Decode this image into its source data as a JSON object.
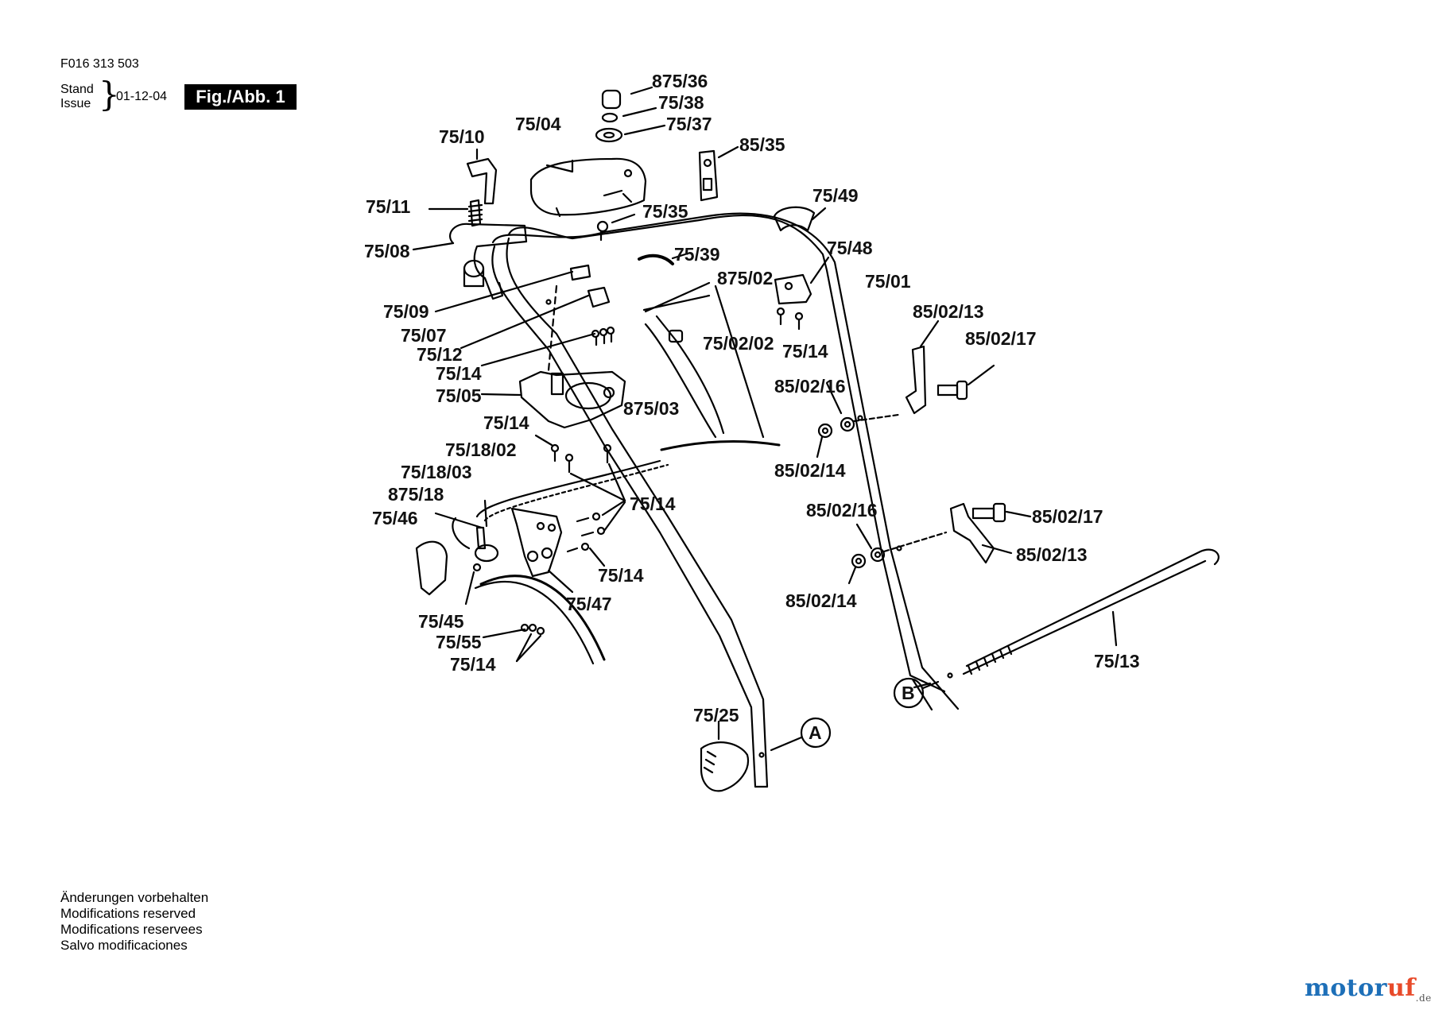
{
  "header": {
    "doc_number": "F016 313 503",
    "stand_label": "Stand",
    "issue_label": "Issue",
    "date": "01-12-04",
    "figure_label": "Fig./Abb. 1"
  },
  "callouts": {
    "c875_36": "875/36",
    "c75_38": "75/38",
    "c75_37": "75/37",
    "c75_04": "75/04",
    "c75_10": "75/10",
    "c85_35": "85/35",
    "c75_49": "75/49",
    "c75_11": "75/11",
    "c75_35": "75/35",
    "c75_08": "75/08",
    "c75_39": "75/39",
    "c75_48": "75/48",
    "c875_02": "875/02",
    "c75_01": "75/01",
    "c75_09": "75/09",
    "c85_02_13a": "85/02/13",
    "c75_07": "75/07",
    "c85_02_17a": "85/02/17",
    "c75_02_02": "75/02/02",
    "c75_12": "75/12",
    "c75_14a": "75/14",
    "c75_14b": "75/14",
    "c85_02_16a": "85/02/16",
    "c75_05": "75/05",
    "c875_03": "875/03",
    "c75_14c": "75/14",
    "c75_18_02": "75/18/02",
    "c85_02_14a": "85/02/14",
    "c75_18_03": "75/18/03",
    "c75_14d": "75/14",
    "c875_18": "875/18",
    "c85_02_16b": "85/02/16",
    "c75_46": "75/46",
    "c85_02_17b": "85/02/17",
    "c85_02_13b": "85/02/13",
    "c75_14e": "75/14",
    "c75_47": "75/47",
    "c85_02_14b": "85/02/14",
    "c75_45": "75/45",
    "c75_55": "75/55",
    "c75_14f": "75/14",
    "c75_13": "75/13",
    "c75_25": "75/25",
    "ref_a": "A",
    "ref_b": "B"
  },
  "footer": {
    "notes": [
      "Änderungen vorbehalten",
      "Modifications reserved",
      "Modifications reservees",
      "Salvo modificaciones"
    ],
    "logo_part1": "motor",
    "logo_part2": "uf",
    "logo_suffix": ".de"
  }
}
